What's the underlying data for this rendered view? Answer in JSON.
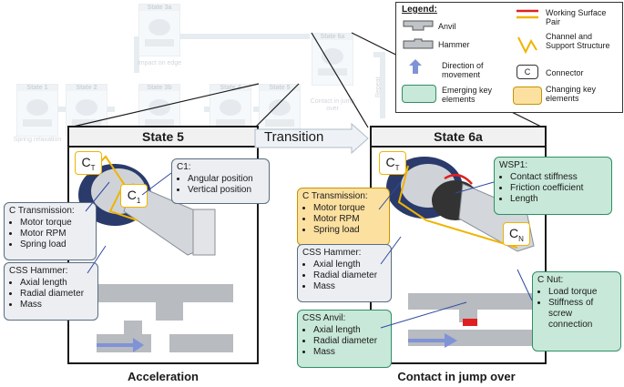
{
  "background_flow": {
    "states": [
      "State 1",
      "State 2",
      "State 3a",
      "State 3b",
      "State 4",
      "State 5",
      "State 6a"
    ],
    "captions": {
      "state1": "Spring relaxation",
      "state3a": "Impact on edge",
      "state5": "Acceleration",
      "state6a": "Contact in jump over",
      "repeat": "Repeat"
    }
  },
  "transition": {
    "label": "Transition"
  },
  "left_panel": {
    "title": "State 5",
    "caption": "Acceleration",
    "connector_labels": {
      "ct": "C",
      "ct_sub": "T",
      "c1": "C",
      "c1_sub": "1"
    },
    "c1_box": {
      "title": "C1:",
      "items": [
        "Angular position",
        "Vertical position"
      ]
    },
    "c_transmission": {
      "title": "C Transmission:",
      "items": [
        "Motor torque",
        "Motor RPM",
        "Spring load"
      ]
    },
    "css_hammer": {
      "title": "CSS Hammer:",
      "items": [
        "Axial length",
        "Radial diameter",
        "Mass"
      ]
    }
  },
  "right_panel": {
    "title": "State 6a",
    "caption": "Contact in jump over",
    "connector_labels": {
      "ct": "C",
      "ct_sub": "T",
      "cn": "C",
      "cn_sub": "N"
    },
    "c_transmission": {
      "title": "C Transmission:",
      "items": [
        "Motor torque",
        "Motor RPM",
        "Spring load"
      ]
    },
    "css_hammer": {
      "title": "CSS Hammer:",
      "items": [
        "Axial length",
        "Radial diameter",
        "Mass"
      ]
    },
    "css_anvil": {
      "title": "CSS Anvil:",
      "items": [
        "Axial length",
        "Radial diameter",
        "Mass"
      ]
    },
    "wsp1": {
      "title": "WSP1:",
      "items": [
        "Contact stiffness",
        "Friction coefficient",
        "Length"
      ]
    },
    "c_nut": {
      "title": "C Nut:",
      "items": [
        "Load torque",
        "Stiffness of screw connection"
      ]
    }
  },
  "legend": {
    "title": "Legend:",
    "anvil": "Anvil",
    "hammer": "Hammer",
    "direction": "Direction of movement",
    "emerging": "Emerging key elements",
    "wsp": "Working Surface Pair",
    "channel": "Channel and Support Structure",
    "connector": "Connector",
    "connector_symbol": "C",
    "changing": "Changing key elements"
  },
  "colors": {
    "emerging": "#c8e8d9",
    "changing": "#fbe0a0",
    "wsp_red": "#e02020",
    "channel_yellow": "#f0b400",
    "arrow_blue": "#7f93d6"
  }
}
